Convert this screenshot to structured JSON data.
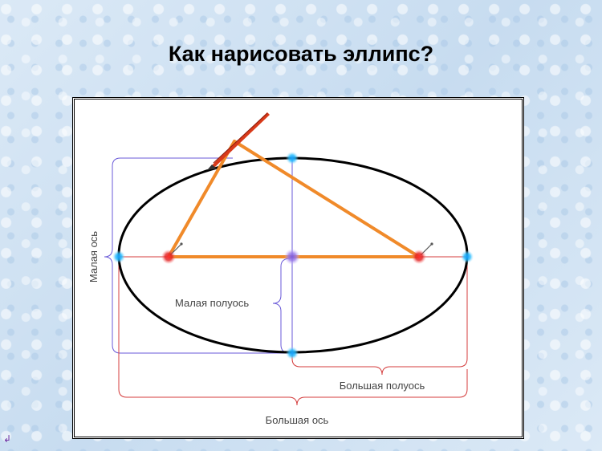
{
  "title": "Как нарисовать эллипс?",
  "labels": {
    "minor_axis": "Малая ось",
    "minor_semiaxis": "Малая полуось",
    "major_semiaxis": "Большая полуось",
    "major_axis": "Большая ось"
  },
  "colors": {
    "ellipse": "#000000",
    "string": "#f08a2a",
    "pencil": "#d83a1a",
    "major_bracket": "#d43c3c",
    "minor_bracket": "#6a5ad8",
    "focus": "#e02020",
    "vertex": "#22aaff",
    "center": "#8a6ae0"
  },
  "corner_glyph": "↲"
}
